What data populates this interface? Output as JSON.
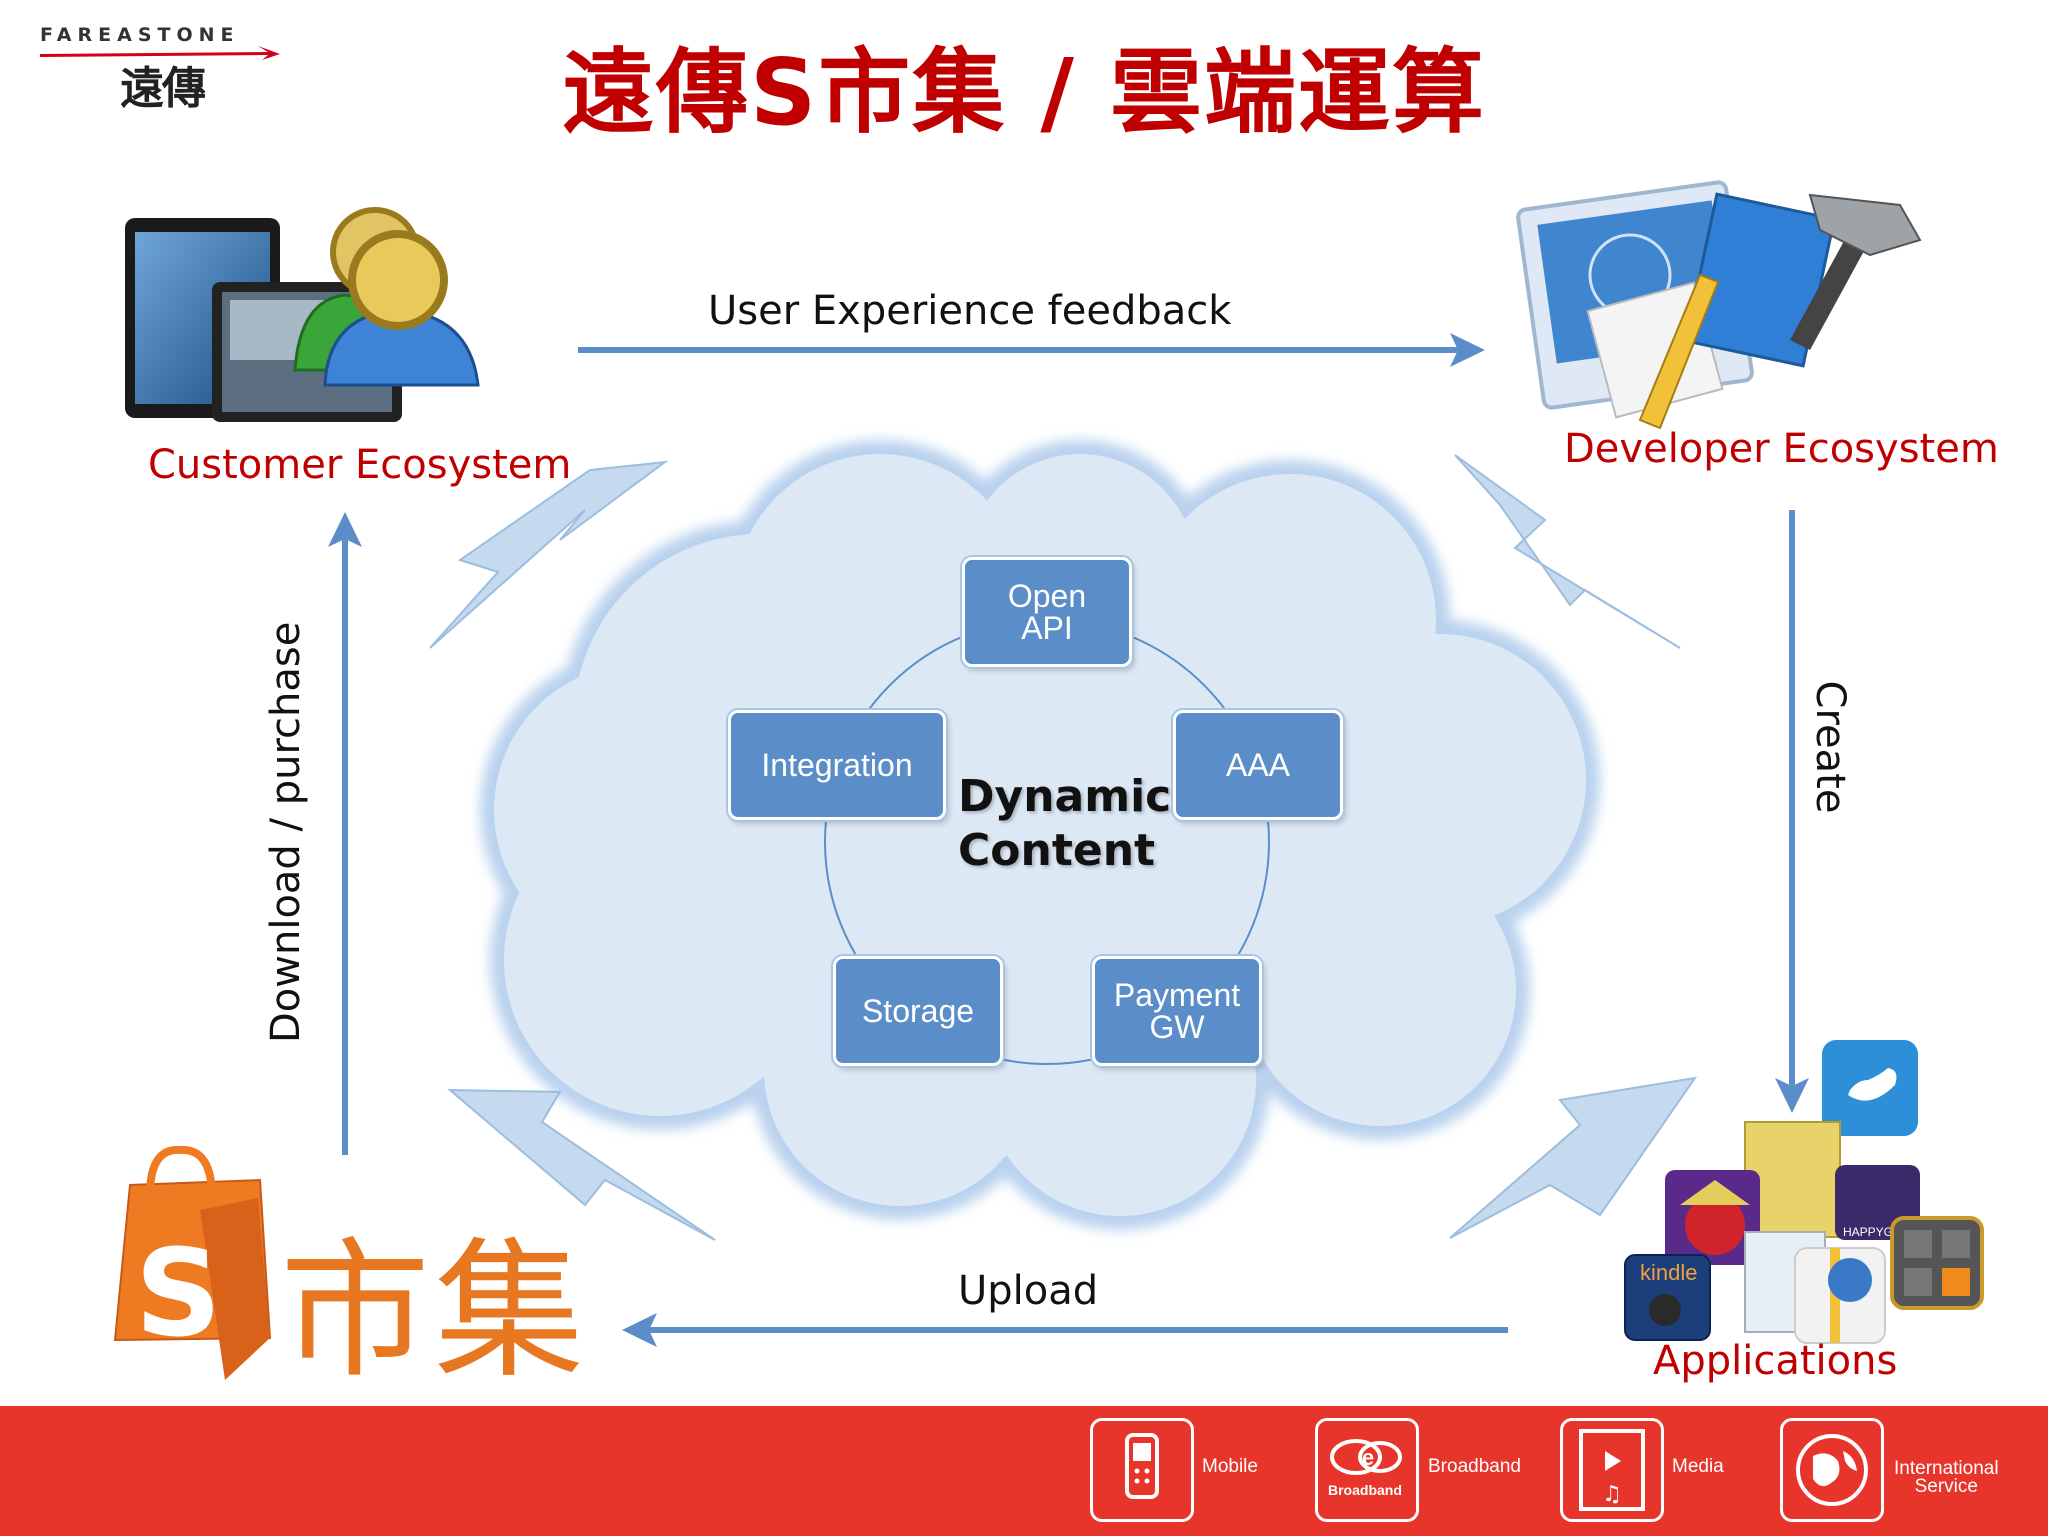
{
  "title": "遠傳S市集 / 雲端運算",
  "logo": {
    "brand": "FAREASTONE",
    "cn": "遠傳"
  },
  "customer_label": "Customer Ecosystem",
  "developer_label": "Developer Ecosystem",
  "applications_label": "Applications",
  "arrows": {
    "top": "User Experience feedback",
    "bottom": "Upload",
    "left": "Download / purchase",
    "right": "Create"
  },
  "cloud": {
    "center": [
      "Dynamic",
      "Content"
    ],
    "nodes": {
      "open_api": [
        "Open",
        "API"
      ],
      "aaa": "AAA",
      "payment": [
        "Payment",
        "GW"
      ],
      "storage": "Storage",
      "integration": "Integration"
    }
  },
  "shop_logo": {
    "letter": "S",
    "cn": "市集"
  },
  "app_icons": {
    "kindle": "kindle",
    "happy": "HAPPYG"
  },
  "footer": {
    "mobile": "Mobile",
    "broadband_icon": "Broadband",
    "broadband": "Broadband",
    "media": "Media",
    "international": [
      "International",
      "Service"
    ]
  },
  "colors": {
    "title_red": "#c00000",
    "arrow_blue": "#5b8ec8",
    "node_blue": "#5b8ec8",
    "cloud_fill": "#dde8f5",
    "footer_red": "#e8352b",
    "shop_orange": "#e87722"
  }
}
